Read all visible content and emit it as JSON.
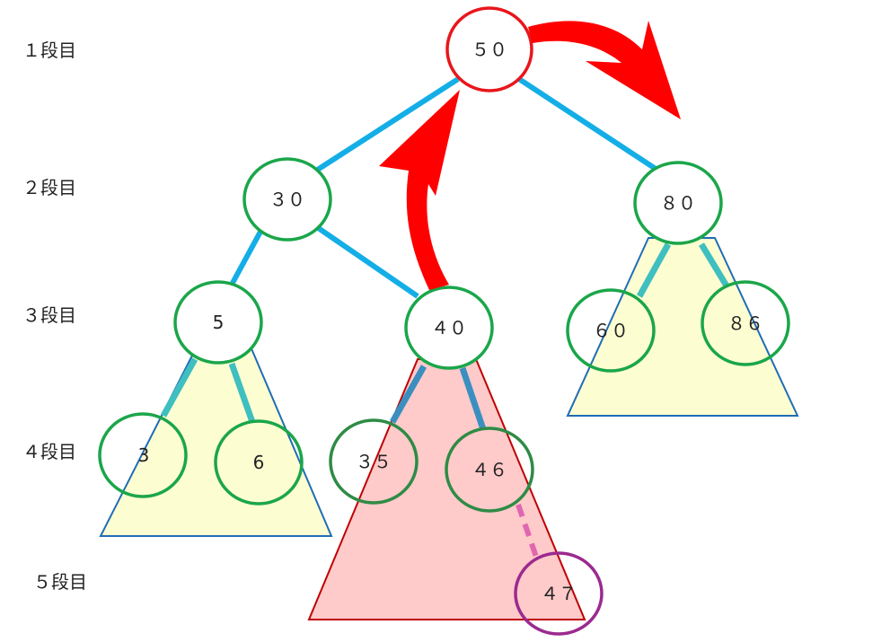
{
  "levels": [
    {
      "label": "１段目"
    },
    {
      "label": "２段目"
    },
    {
      "label": "３段目"
    },
    {
      "label": "４段目"
    },
    {
      "label": "５段目"
    }
  ],
  "nodes": {
    "n50": {
      "label": "５０",
      "role": "root-deleted",
      "color": "#e8161b"
    },
    "n30": {
      "label": "３０",
      "color": "#1aa64a"
    },
    "n80": {
      "label": "８０",
      "color": "#1aa64a"
    },
    "n5": {
      "label": "5",
      "color": "#1aa64a"
    },
    "n40": {
      "label": "４０",
      "color": "#1aa64a"
    },
    "n60": {
      "label": "６０",
      "color": "#1aa64a"
    },
    "n86": {
      "label": "８６",
      "color": "#1aa64a"
    },
    "n3": {
      "label": "3",
      "color": "#1aa64a"
    },
    "n6": {
      "label": "6",
      "color": "#1aa64a"
    },
    "n35": {
      "label": "３５",
      "color": "#2e8b45"
    },
    "n46": {
      "label": "４６",
      "color": "#2e8b45"
    },
    "n47": {
      "label": "４７",
      "role": "new-leaf",
      "color": "#9b2a8f"
    }
  },
  "colors": {
    "edge": "#14aee6",
    "subtree_edge": "#3fbfbf",
    "pink_edge": "#3a8fc0",
    "dashed_edge": "#e066b0",
    "arrow": "#ff0000",
    "yellow_tri_fill": "#fdfdd2",
    "yellow_tri_stroke": "#1f6db5",
    "pink_tri_fill": "#ffcaca",
    "pink_tri_stroke": "#c00000"
  }
}
